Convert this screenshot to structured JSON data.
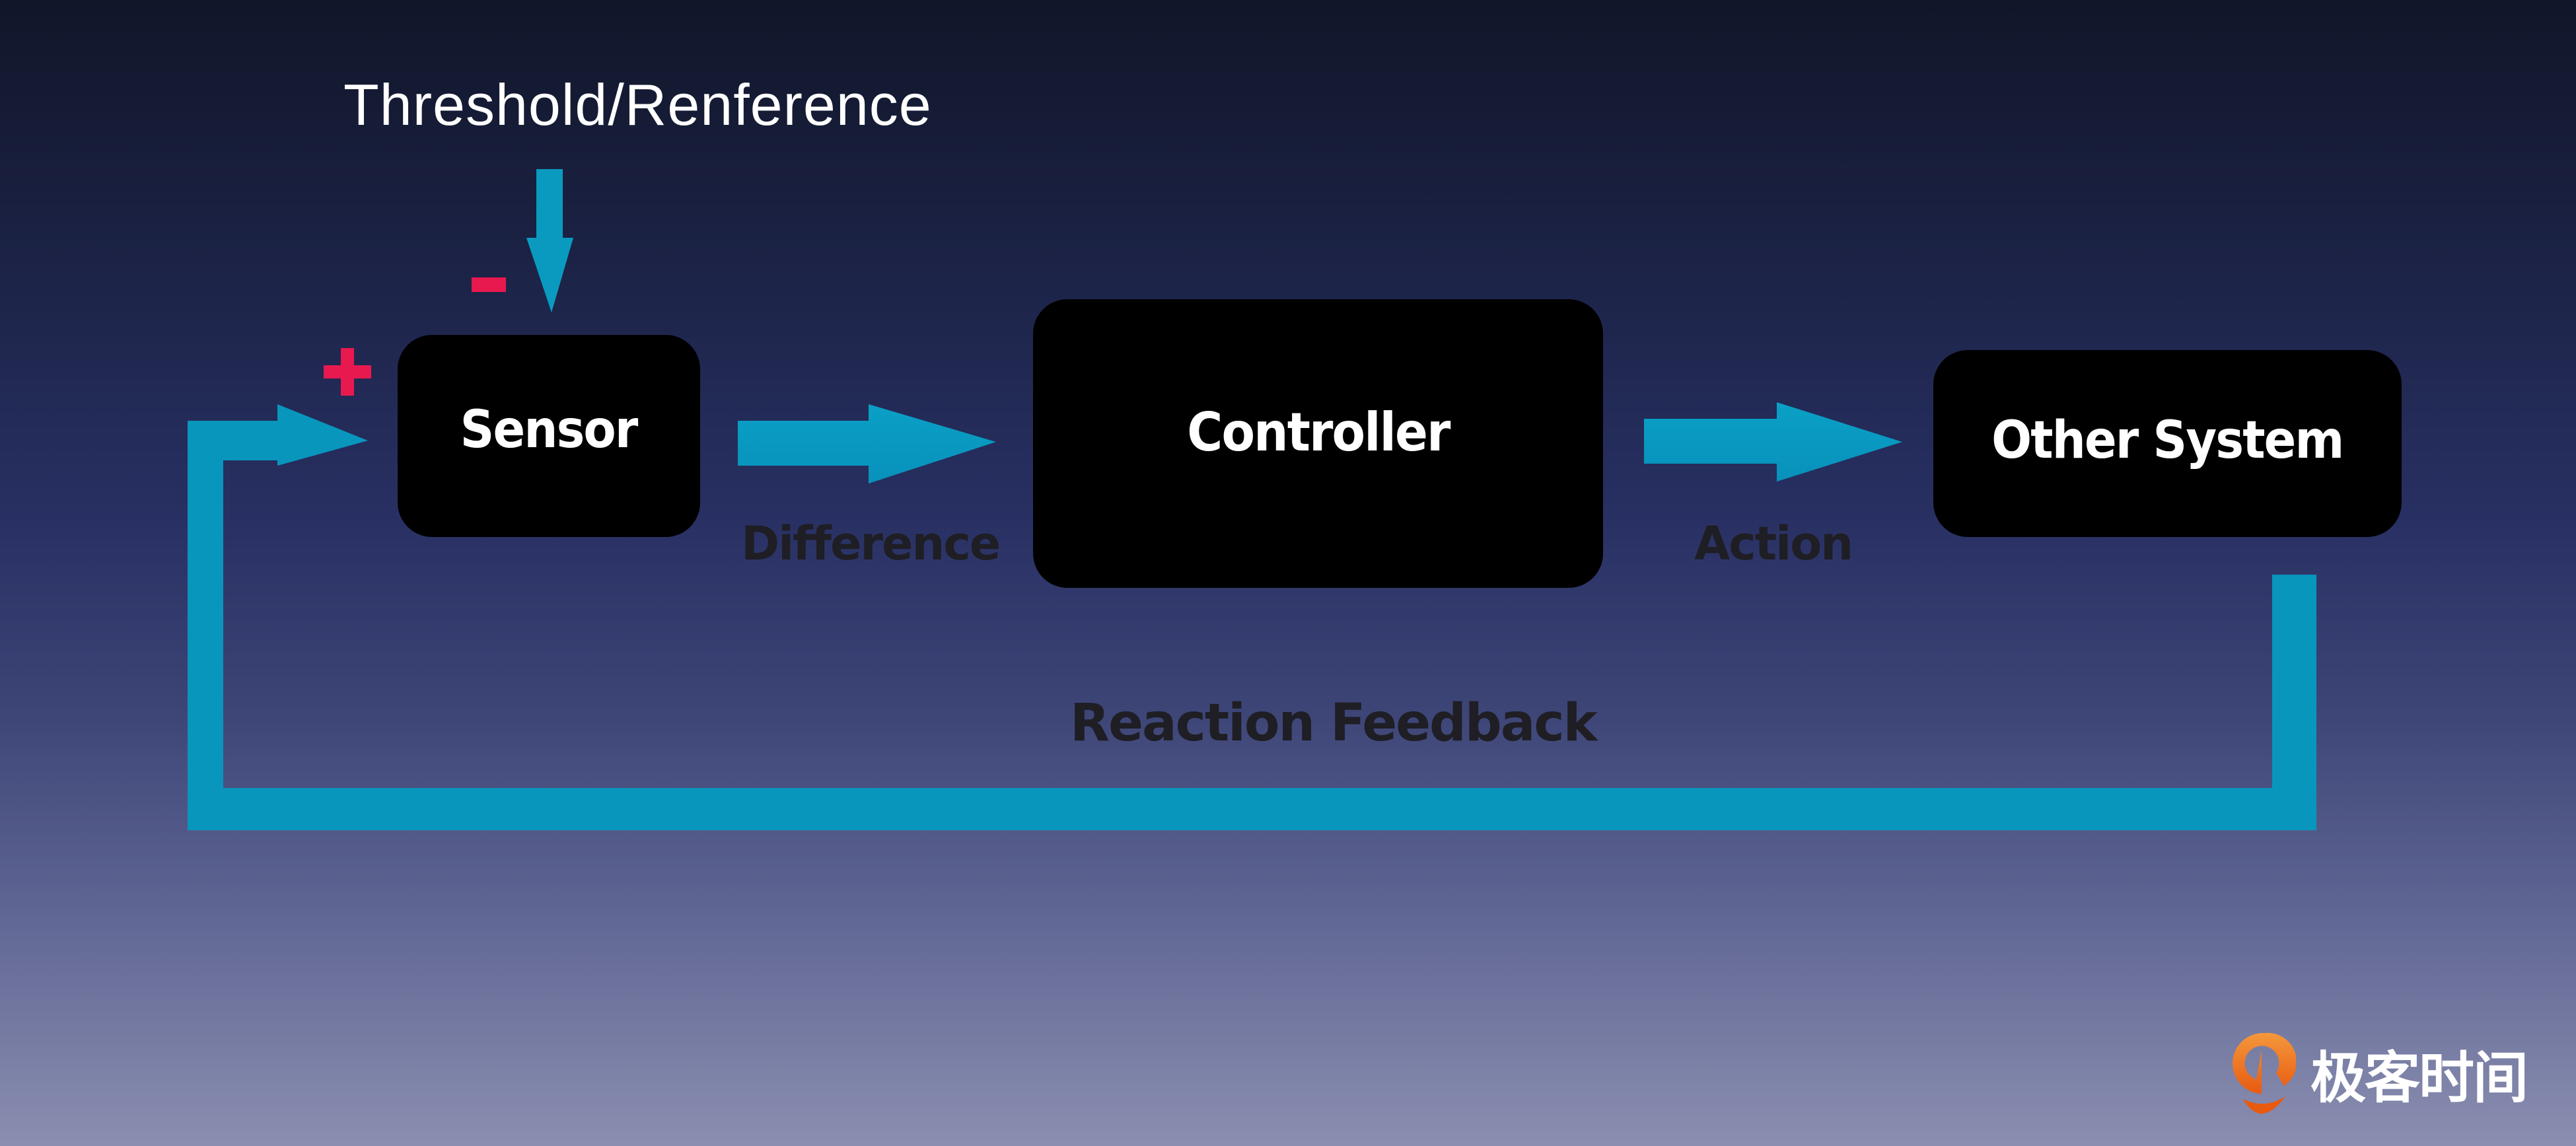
{
  "reference_label": "Threshold/Renference",
  "signs": {
    "minus": "-",
    "plus": "+"
  },
  "nodes": {
    "sensor": "Sensor",
    "controller": "Controller",
    "other_system": "Other System"
  },
  "edges": {
    "difference": "Difference",
    "action": "Action",
    "feedback": "Reaction Feedback"
  },
  "colors": {
    "arrow": "#0a9ac0",
    "sign": "#e8194f",
    "box": "#000000",
    "box_text": "#ffffff",
    "edge_text": "#1e1e24",
    "logo_orange": "#ee6a1c"
  },
  "logo": {
    "text": "极客时间",
    "icon": "geektime-logo-icon"
  }
}
